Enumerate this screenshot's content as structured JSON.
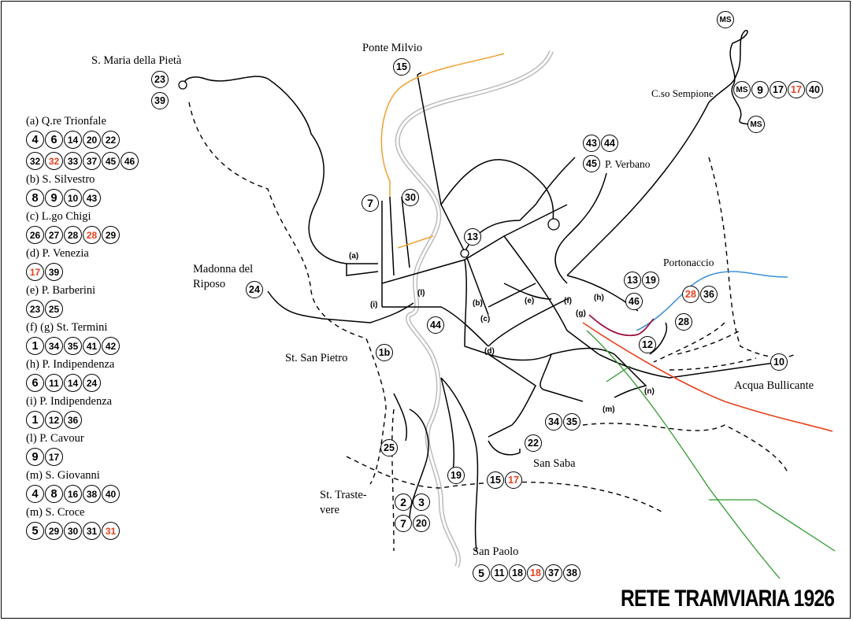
{
  "title": "RETE TRAMVIARIA 1926",
  "colors": {
    "red_line": "#e8401c",
    "orange_line": "#f0a030",
    "blue_line": "#3a8fd8",
    "green_line": "#2e9a2e",
    "maroon_line": "#a01040",
    "river": "#bbbbbb"
  },
  "legend": [
    {
      "label": "(a) Q.re Trionfale",
      "rows": [
        [
          {
            "n": "4"
          },
          {
            "n": "6"
          },
          {
            "n": "14"
          },
          {
            "n": "20"
          },
          {
            "n": "22"
          }
        ],
        [
          {
            "n": "32"
          },
          {
            "n": "32",
            "red": true
          },
          {
            "n": "33"
          },
          {
            "n": "37"
          },
          {
            "n": "45"
          },
          {
            "n": "46"
          }
        ]
      ]
    },
    {
      "label": "(b) S. Silvestro",
      "rows": [
        [
          {
            "n": "8"
          },
          {
            "n": "9"
          },
          {
            "n": "10"
          },
          {
            "n": "43"
          }
        ]
      ]
    },
    {
      "label": "(c) L.go Chigi",
      "rows": [
        [
          {
            "n": "26"
          },
          {
            "n": "27"
          },
          {
            "n": "28"
          },
          {
            "n": "28",
            "red": true
          },
          {
            "n": "29"
          }
        ]
      ]
    },
    {
      "label": "(d) P. Venezia",
      "rows": [
        [
          {
            "n": "17",
            "red": true
          },
          {
            "n": "39"
          }
        ]
      ]
    },
    {
      "label": "(e) P. Barberini",
      "rows": [
        [
          {
            "n": "23"
          },
          {
            "n": "25"
          }
        ]
      ]
    },
    {
      "label": "(f) (g)  St. Termini",
      "rows": [
        [
          {
            "n": "1"
          },
          {
            "n": "34"
          },
          {
            "n": "35"
          },
          {
            "n": "41"
          },
          {
            "n": "42"
          }
        ]
      ]
    },
    {
      "label": "(h) P. Indipendenza",
      "rows": [
        [
          {
            "n": "6"
          },
          {
            "n": "11"
          },
          {
            "n": "14"
          },
          {
            "n": "24"
          }
        ]
      ]
    },
    {
      "label": "(i) P. Indipendenza",
      "rows": [
        [
          {
            "n": "1"
          },
          {
            "n": "12"
          },
          {
            "n": "36"
          }
        ]
      ]
    },
    {
      "label": "(l) P. Cavour",
      "rows": [
        [
          {
            "n": "9"
          },
          {
            "n": "17"
          }
        ]
      ]
    },
    {
      "label": "(m) S. Giovanni",
      "rows": [
        [
          {
            "n": "4"
          },
          {
            "n": "8"
          },
          {
            "n": "16"
          },
          {
            "n": "38"
          },
          {
            "n": "40"
          }
        ]
      ]
    },
    {
      "label": "(m) S. Croce",
      "rows": [
        [
          {
            "n": "5"
          },
          {
            "n": "29"
          },
          {
            "n": "30"
          },
          {
            "n": "31"
          },
          {
            "n": "31",
            "red": true
          }
        ]
      ]
    }
  ],
  "places": {
    "santa_maria": "S. Maria della Pietà",
    "ponte_milvio": "Ponte Milvio",
    "corso_sempione": "C.so Sempione",
    "p_verbano": "P. Verbano",
    "madonna_line1": "Madonna del",
    "madonna_line2": "Riposo",
    "portonaccio": "Portonaccio",
    "st_san_pietro": "St. San Pietro",
    "acqua_bullicante": "Acqua Bullicante",
    "san_saba": "San Saba",
    "st_trastevere_line1": "St. Traste-",
    "st_trastevere_line2": "vere",
    "san_paolo": "San Paolo"
  },
  "map_groups": [
    {
      "id": "santa-maria-23",
      "items": [
        {
          "n": "23"
        }
      ]
    },
    {
      "id": "santa-maria-39",
      "items": [
        {
          "n": "39"
        }
      ]
    },
    {
      "id": "ponte-milvio",
      "items": [
        {
          "n": "15"
        }
      ]
    },
    {
      "id": "ms-top",
      "items": [
        {
          "n": "MS"
        }
      ]
    },
    {
      "id": "sempione",
      "items": [
        {
          "n": "MS"
        },
        {
          "n": "9"
        },
        {
          "n": "17"
        },
        {
          "n": "17",
          "red": true
        },
        {
          "n": "40"
        }
      ]
    },
    {
      "id": "ms-bottom",
      "items": [
        {
          "n": "MS"
        }
      ]
    },
    {
      "id": "verbano-top",
      "items": [
        {
          "n": "43"
        },
        {
          "n": "44"
        }
      ]
    },
    {
      "id": "verbano-45",
      "items": [
        {
          "n": "45"
        }
      ]
    },
    {
      "id": "line-7",
      "items": [
        {
          "n": "7"
        }
      ]
    },
    {
      "id": "line-30",
      "items": [
        {
          "n": "30"
        }
      ]
    },
    {
      "id": "line-13-center",
      "items": [
        {
          "n": "13"
        }
      ]
    },
    {
      "id": "madonna-24",
      "items": [
        {
          "n": "24"
        }
      ]
    },
    {
      "id": "line-13-19",
      "items": [
        {
          "n": "13"
        },
        {
          "n": "19"
        }
      ]
    },
    {
      "id": "line-46",
      "items": [
        {
          "n": "46"
        }
      ]
    },
    {
      "id": "portonaccio",
      "items": [
        {
          "n": "28",
          "red": true
        },
        {
          "n": "36"
        }
      ]
    },
    {
      "id": "line-28",
      "items": [
        {
          "n": "28"
        }
      ]
    },
    {
      "id": "line-44",
      "items": [
        {
          "n": "44"
        }
      ]
    },
    {
      "id": "line-1b",
      "items": [
        {
          "n": "1b"
        }
      ]
    },
    {
      "id": "line-12",
      "items": [
        {
          "n": "12"
        }
      ]
    },
    {
      "id": "line-10",
      "items": [
        {
          "n": "10"
        }
      ]
    },
    {
      "id": "line-34-35",
      "items": [
        {
          "n": "34"
        },
        {
          "n": "35"
        }
      ]
    },
    {
      "id": "line-22",
      "items": [
        {
          "n": "22"
        }
      ]
    },
    {
      "id": "line-25",
      "items": [
        {
          "n": "25"
        }
      ]
    },
    {
      "id": "line-19",
      "items": [
        {
          "n": "19"
        }
      ]
    },
    {
      "id": "san-saba",
      "items": [
        {
          "n": "15"
        },
        {
          "n": "17",
          "red": true
        }
      ]
    },
    {
      "id": "trastevere-top",
      "items": [
        {
          "n": "2"
        },
        {
          "n": "3"
        }
      ]
    },
    {
      "id": "trastevere-bottom",
      "items": [
        {
          "n": "7"
        },
        {
          "n": "20"
        }
      ]
    },
    {
      "id": "san-paolo",
      "items": [
        {
          "n": "5"
        },
        {
          "n": "11"
        },
        {
          "n": "18"
        },
        {
          "n": "18",
          "red": true
        },
        {
          "n": "37"
        },
        {
          "n": "38"
        }
      ]
    }
  ],
  "map_tags": {
    "a": "(a)",
    "b": "(b)",
    "c": "(c)",
    "d": "(d)",
    "e": "(e)",
    "f": "(f)",
    "g": "(g)",
    "h": "(h)",
    "i": "(i)",
    "l": "(l)",
    "m": "(m)",
    "n": "(n)"
  }
}
